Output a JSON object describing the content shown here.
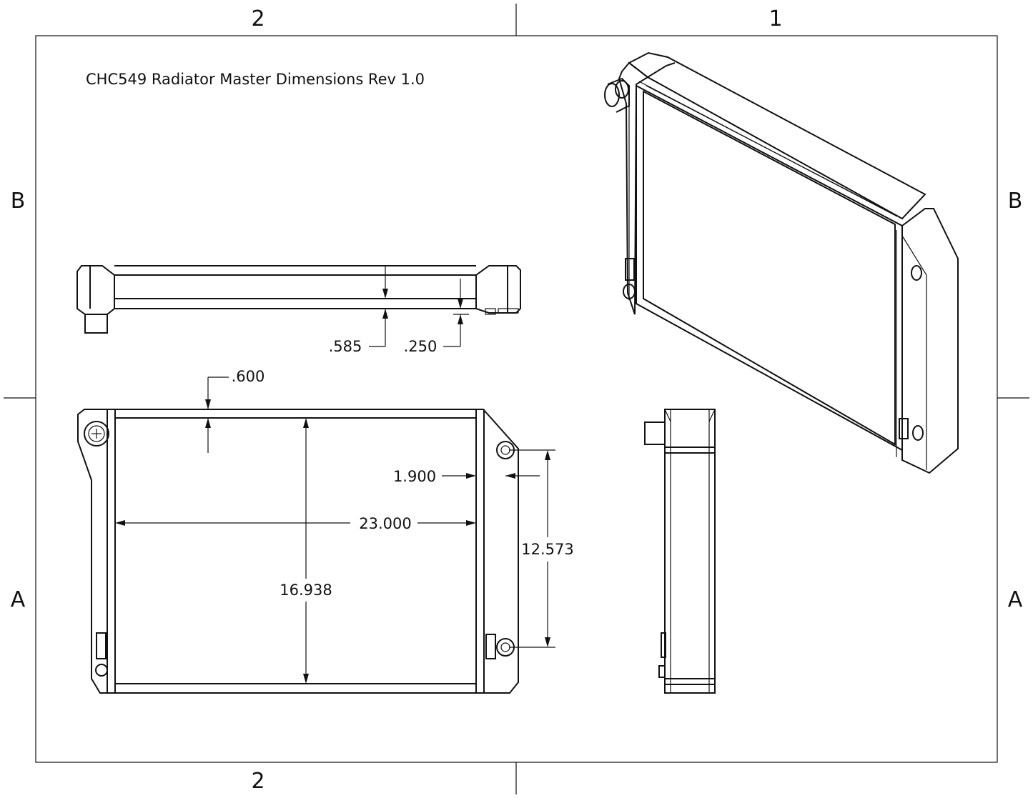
{
  "drawing": {
    "title": "CHC549 Radiator Master Dimensions Rev 1.0",
    "zones": {
      "top_left": "2",
      "top_right": "1",
      "bottom_left": "2",
      "left_upper": "B",
      "left_lower": "A",
      "right_upper": "B",
      "right_lower": "A"
    },
    "dimensions": {
      "tube_depth": ".585",
      "tank_offset": ".250",
      "top_clearance": ".600",
      "core_width": "23.000",
      "core_height": "16.938",
      "mount_offset": "1.900",
      "mount_spacing": "12.573"
    }
  }
}
